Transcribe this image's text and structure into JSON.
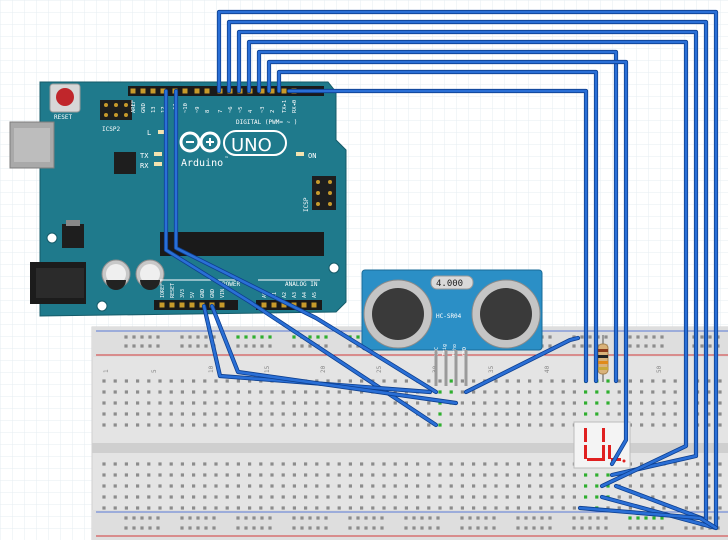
{
  "arduino": {
    "brand": "Arduino",
    "logo_tm": "™",
    "model": "UNO",
    "reset_label": "RESET",
    "icsp2_label": "ICSP2",
    "icsp_label": "ICSP",
    "on_label": "ON",
    "led_labels": [
      "L",
      "TX",
      "RX"
    ],
    "digital_label": "DIGITAL (PWM= ~ )",
    "analog_label": "ANALOG IN",
    "power_label": "POWER",
    "digital_pins": [
      "AREF",
      "GND",
      "13",
      "12",
      "~11",
      "~10",
      "~9",
      "8",
      "7",
      "~6",
      "~5",
      "4",
      "~3",
      "2",
      "TX▸1",
      "RX◂0"
    ],
    "power_pins": [
      "IOREF",
      "RESET",
      "3V3",
      "5V",
      "GND",
      "GND",
      "VIN"
    ],
    "analog_pins": [
      "A0",
      "A1",
      "A2",
      "A3",
      "A4",
      "A5"
    ]
  },
  "sensor": {
    "model": "HC-SR04",
    "crystal": "4.000",
    "pins": [
      "VCC",
      "Trig",
      "Echo",
      "GND"
    ]
  },
  "display": {
    "digit": "U"
  },
  "breadboard": {
    "column_numbers": [
      "1",
      "5",
      "10",
      "15",
      "20",
      "25",
      "30",
      "35",
      "40",
      "45",
      "50"
    ]
  },
  "colors": {
    "wire": "#2a6fd6",
    "wire_dark": "#0d3f8f",
    "board": "#1f7a8c",
    "board_dark": "#155b69",
    "sensor_board": "#2b8fc6",
    "breadboard": "#e6e6e6",
    "hole": "#8c8c8c",
    "connected_hole": "#2fae2f",
    "rail_red": "#d23b3b",
    "rail_blue": "#5b7bd6",
    "segment": "#e02020"
  }
}
